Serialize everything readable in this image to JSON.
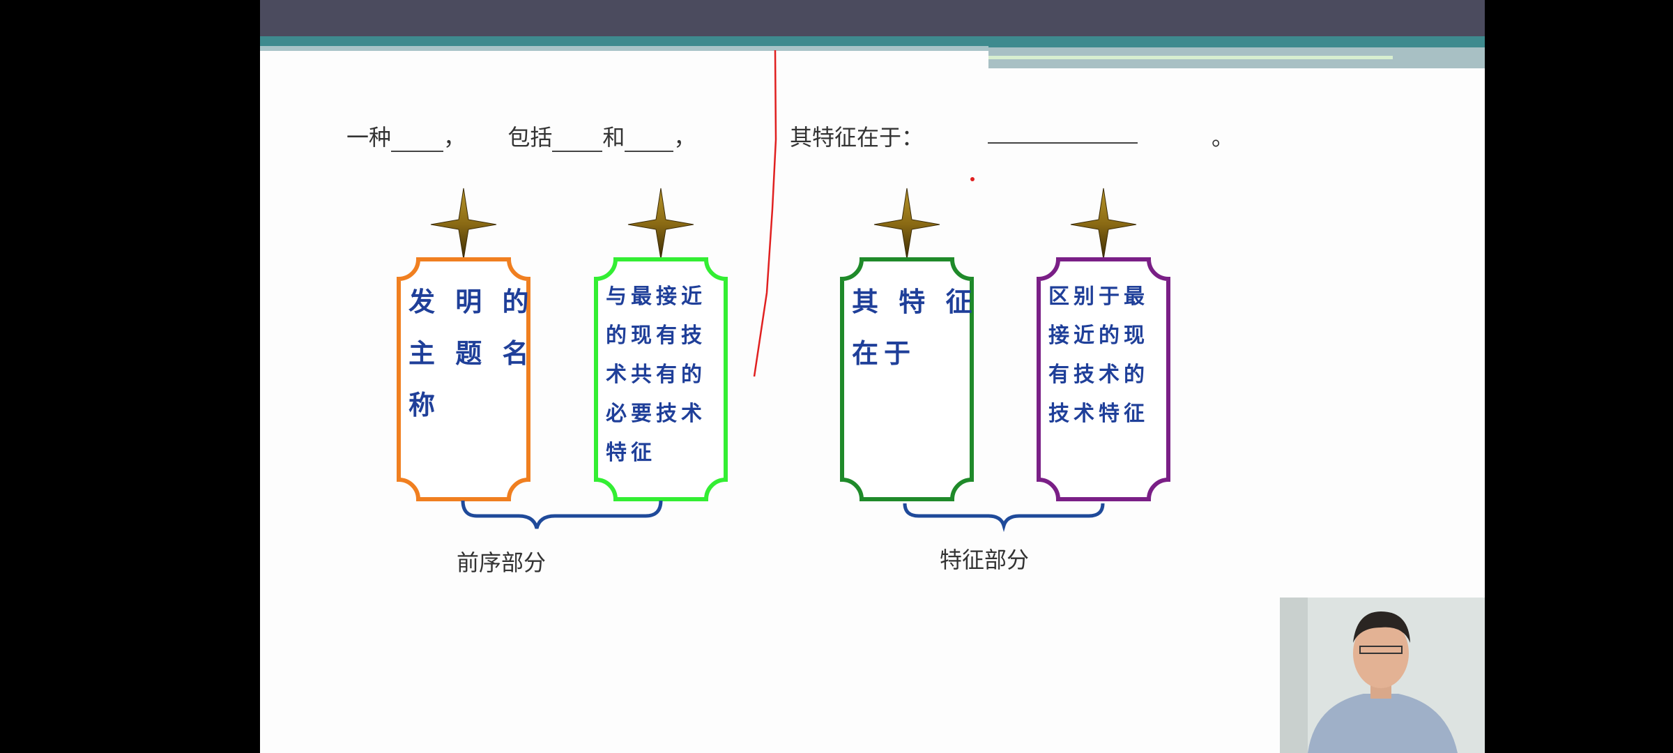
{
  "sentence": {
    "part1": "一种",
    "comma1": "，",
    "part2": "包括",
    "part3": "和",
    "comma2": "，",
    "part4": "其特征在于：",
    "period": "。"
  },
  "boxes": [
    {
      "lines": [
        "发 明 的",
        "主 题 名",
        "称"
      ],
      "color": "#f07f20"
    },
    {
      "lines": [
        "与最接近",
        "的现有技",
        "术共有的",
        "必要技术",
        "特征"
      ],
      "color": "#33ee33"
    },
    {
      "lines": [
        "其 特 征",
        "在于"
      ],
      "color": "#1f8a2a"
    },
    {
      "lines": [
        "区别于最",
        "接近的现",
        "有技术的",
        "技术特征"
      ],
      "color": "#7a1f86"
    }
  ],
  "brace_labels": {
    "left": "前序部分",
    "right": "特征部分"
  },
  "colors": {
    "header": "#4b4b5e",
    "teal": "#3e8a8e",
    "star": "#8a6a14",
    "brace": "#1f4a9a",
    "annotation": "#e02020"
  }
}
